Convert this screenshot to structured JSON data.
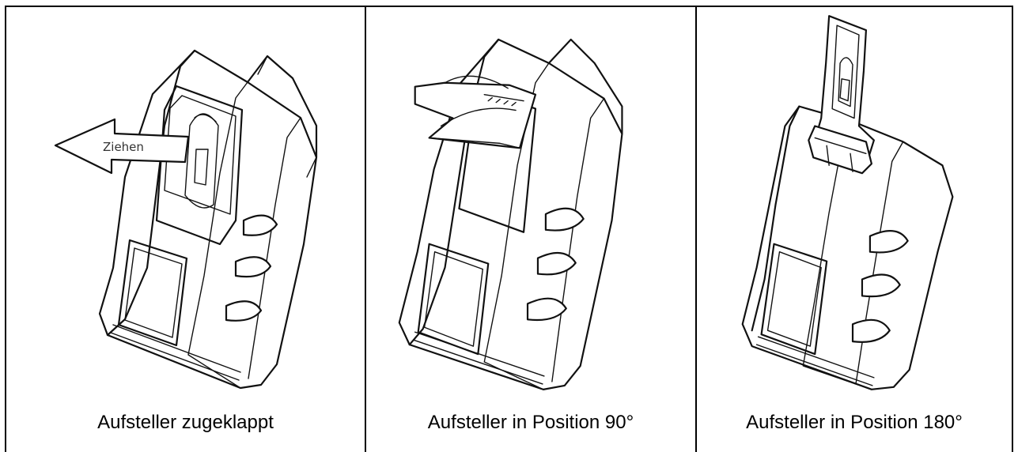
{
  "panels": [
    {
      "caption": "Aufsteller zugeklappt",
      "arrow_label": "Ziehen",
      "stand_position": "closed",
      "drawing_icon": "device-stand-closed-drawing"
    },
    {
      "caption": "Aufsteller in Position 90°",
      "stand_position": "90",
      "drawing_icon": "device-stand-90-drawing"
    },
    {
      "caption": "Aufsteller in Position 180°",
      "stand_position": "180",
      "drawing_icon": "device-stand-180-drawing"
    }
  ]
}
